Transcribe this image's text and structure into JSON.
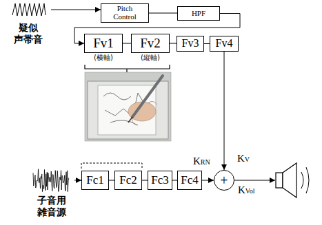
{
  "diagram": {
    "nodes": [
      {
        "text": [
          "疑似 声帯音"
        ]
      },
      {
        "text": [
          "Pitch Control"
        ]
      },
      {
        "text": [
          "HPF"
        ]
      },
      {
        "text": [
          "Fv1",
          "(横軸)"
        ]
      },
      {
        "text": [
          "Fv2",
          "(縦軸)"
        ]
      },
      {
        "text": [
          "Fv3"
        ]
      },
      {
        "text": [
          "Fv4"
        ]
      },
      {
        "text": [
          "子音用 雑音源"
        ]
      },
      {
        "text": [
          "Fc1"
        ]
      },
      {
        "text": [
          "Fc2"
        ]
      },
      {
        "text": [
          "Fc3"
        ]
      },
      {
        "text": [
          "Fc4"
        ]
      },
      {
        "text": [
          "+"
        ]
      }
    ],
    "edges": [
      {
        "from": 0,
        "to": 1,
        "arrow": "to"
      },
      {
        "from": 1,
        "to": 2,
        "arrow": "none"
      },
      {
        "from": 2,
        "to": 3,
        "arrow": "to"
      },
      {
        "from": 3,
        "to": 4,
        "arrow": "none"
      },
      {
        "from": 4,
        "to": 5,
        "arrow": "none"
      },
      {
        "from": 5,
        "to": 6,
        "arrow": "none"
      },
      {
        "from": 6,
        "to": 12,
        "label": "KV",
        "arrow": "to"
      },
      {
        "from": 7,
        "to": 8,
        "arrow": "to"
      },
      {
        "from": 8,
        "to": 9,
        "arrow": "none"
      },
      {
        "from": 9,
        "to": 10,
        "arrow": "none"
      },
      {
        "from": 10,
        "to": 11,
        "arrow": "none"
      },
      {
        "from": 11,
        "to": 12,
        "label": "KRN",
        "arrow": "to"
      }
    ],
    "labels": [
      "KVol"
    ]
  }
}
